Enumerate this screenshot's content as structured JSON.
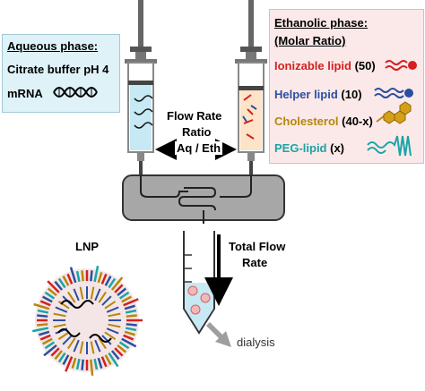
{
  "aqueous": {
    "title": "Aqueous phase:",
    "buffer": "Citrate buffer pH 4",
    "mrna": "mRNA"
  },
  "ethanolic": {
    "title": "Ethanolic phase:",
    "subtitle": "(Molar Ratio)",
    "lipids": [
      {
        "name": "Ionizable lipid",
        "ratio": "(50)",
        "color": "#d42020",
        "icon": "ionizable-lipid-icon"
      },
      {
        "name": "Helper lipid",
        "ratio": "(10)",
        "color": "#2a4fa0",
        "icon": "helper-lipid-icon"
      },
      {
        "name": "Cholesterol",
        "ratio": "(40-x)",
        "color": "#b8860b",
        "icon": "cholesterol-icon"
      },
      {
        "name": "PEG-lipid",
        "ratio": "(x)",
        "color": "#1aa5a5",
        "icon": "peg-lipid-icon"
      }
    ]
  },
  "flow": {
    "ratio_line1": "Flow Rate",
    "ratio_line2": "Ratio",
    "ratio_line3": "Aq / Eth",
    "total_line1": "Total Flow",
    "total_line2": "Rate"
  },
  "lnp_label": "LNP",
  "dialysis_label": "dialysis",
  "colors": {
    "aq_panel": "#def2f8",
    "eth_panel": "#fbe9e9",
    "chip": "#a7a7a7",
    "syringe": "#8c8c8c"
  }
}
